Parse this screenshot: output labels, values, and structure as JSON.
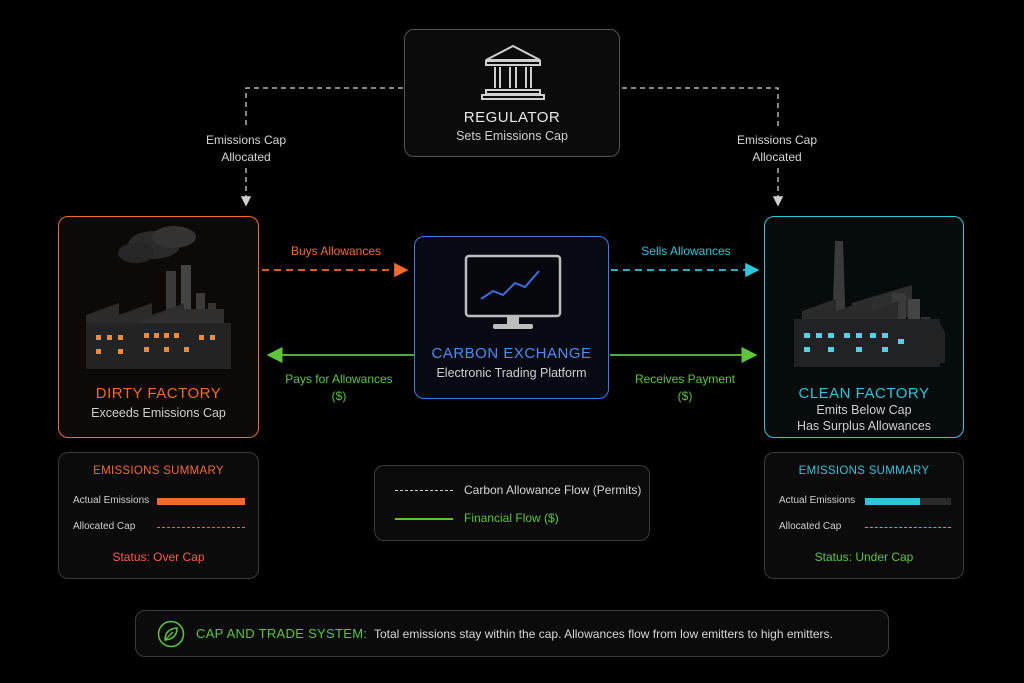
{
  "colors": {
    "orange": "#f26b2e",
    "blue": "#3d7bea",
    "cyan": "#2fc4d9",
    "green": "#5cc43d",
    "gray": "#cfcfcf",
    "red": "#ff5a4a"
  },
  "regulator": {
    "icon": "bank-icon",
    "title": "REGULATOR",
    "subtitle": "Sets Emissions Cap"
  },
  "left_cap_label": [
    "Emissions Cap",
    "Allocated"
  ],
  "right_cap_label": [
    "Emissions Cap",
    "Allocated"
  ],
  "dirty_factory": {
    "icon": "polluting-factory-icon",
    "title": "DIRTY FACTORY",
    "subtitle": "Exceeds Emissions Cap"
  },
  "exchange": {
    "icon": "monitor-chart-icon",
    "title": "CARBON EXCHANGE",
    "subtitle": "Electronic Trading Platform"
  },
  "clean_factory": {
    "icon": "clean-factory-icon",
    "title": "CLEAN FACTORY",
    "subtitle_1": "Emits Below Cap",
    "subtitle_2": "Has Surplus Allowances"
  },
  "flows": {
    "buys": "Buys Allowances",
    "sells": "Sells Allowances",
    "pays": [
      "Pays for Allowances",
      "($)"
    ],
    "receives": [
      "Receives Payment",
      "($)"
    ]
  },
  "left_summary": {
    "title": "EMISSIONS SUMMARY",
    "actual_label": "Actual Emissions",
    "cap_label": "Allocated Cap",
    "status": "Status: Over Cap",
    "actual_fraction": 1.0
  },
  "right_summary": {
    "title": "EMISSIONS SUMMARY",
    "actual_label": "Actual Emissions",
    "cap_label": "Allocated Cap",
    "status": "Status: Under Cap",
    "actual_fraction": 0.64
  },
  "legend": {
    "permits": "Carbon Allowance Flow (Permits)",
    "financial": "Financial Flow ($)"
  },
  "footer": {
    "icon": "leaf-icon",
    "heading": "CAP AND TRADE SYSTEM:",
    "text": "Total emissions stay within the cap. Allowances flow from low emitters to high emitters."
  }
}
